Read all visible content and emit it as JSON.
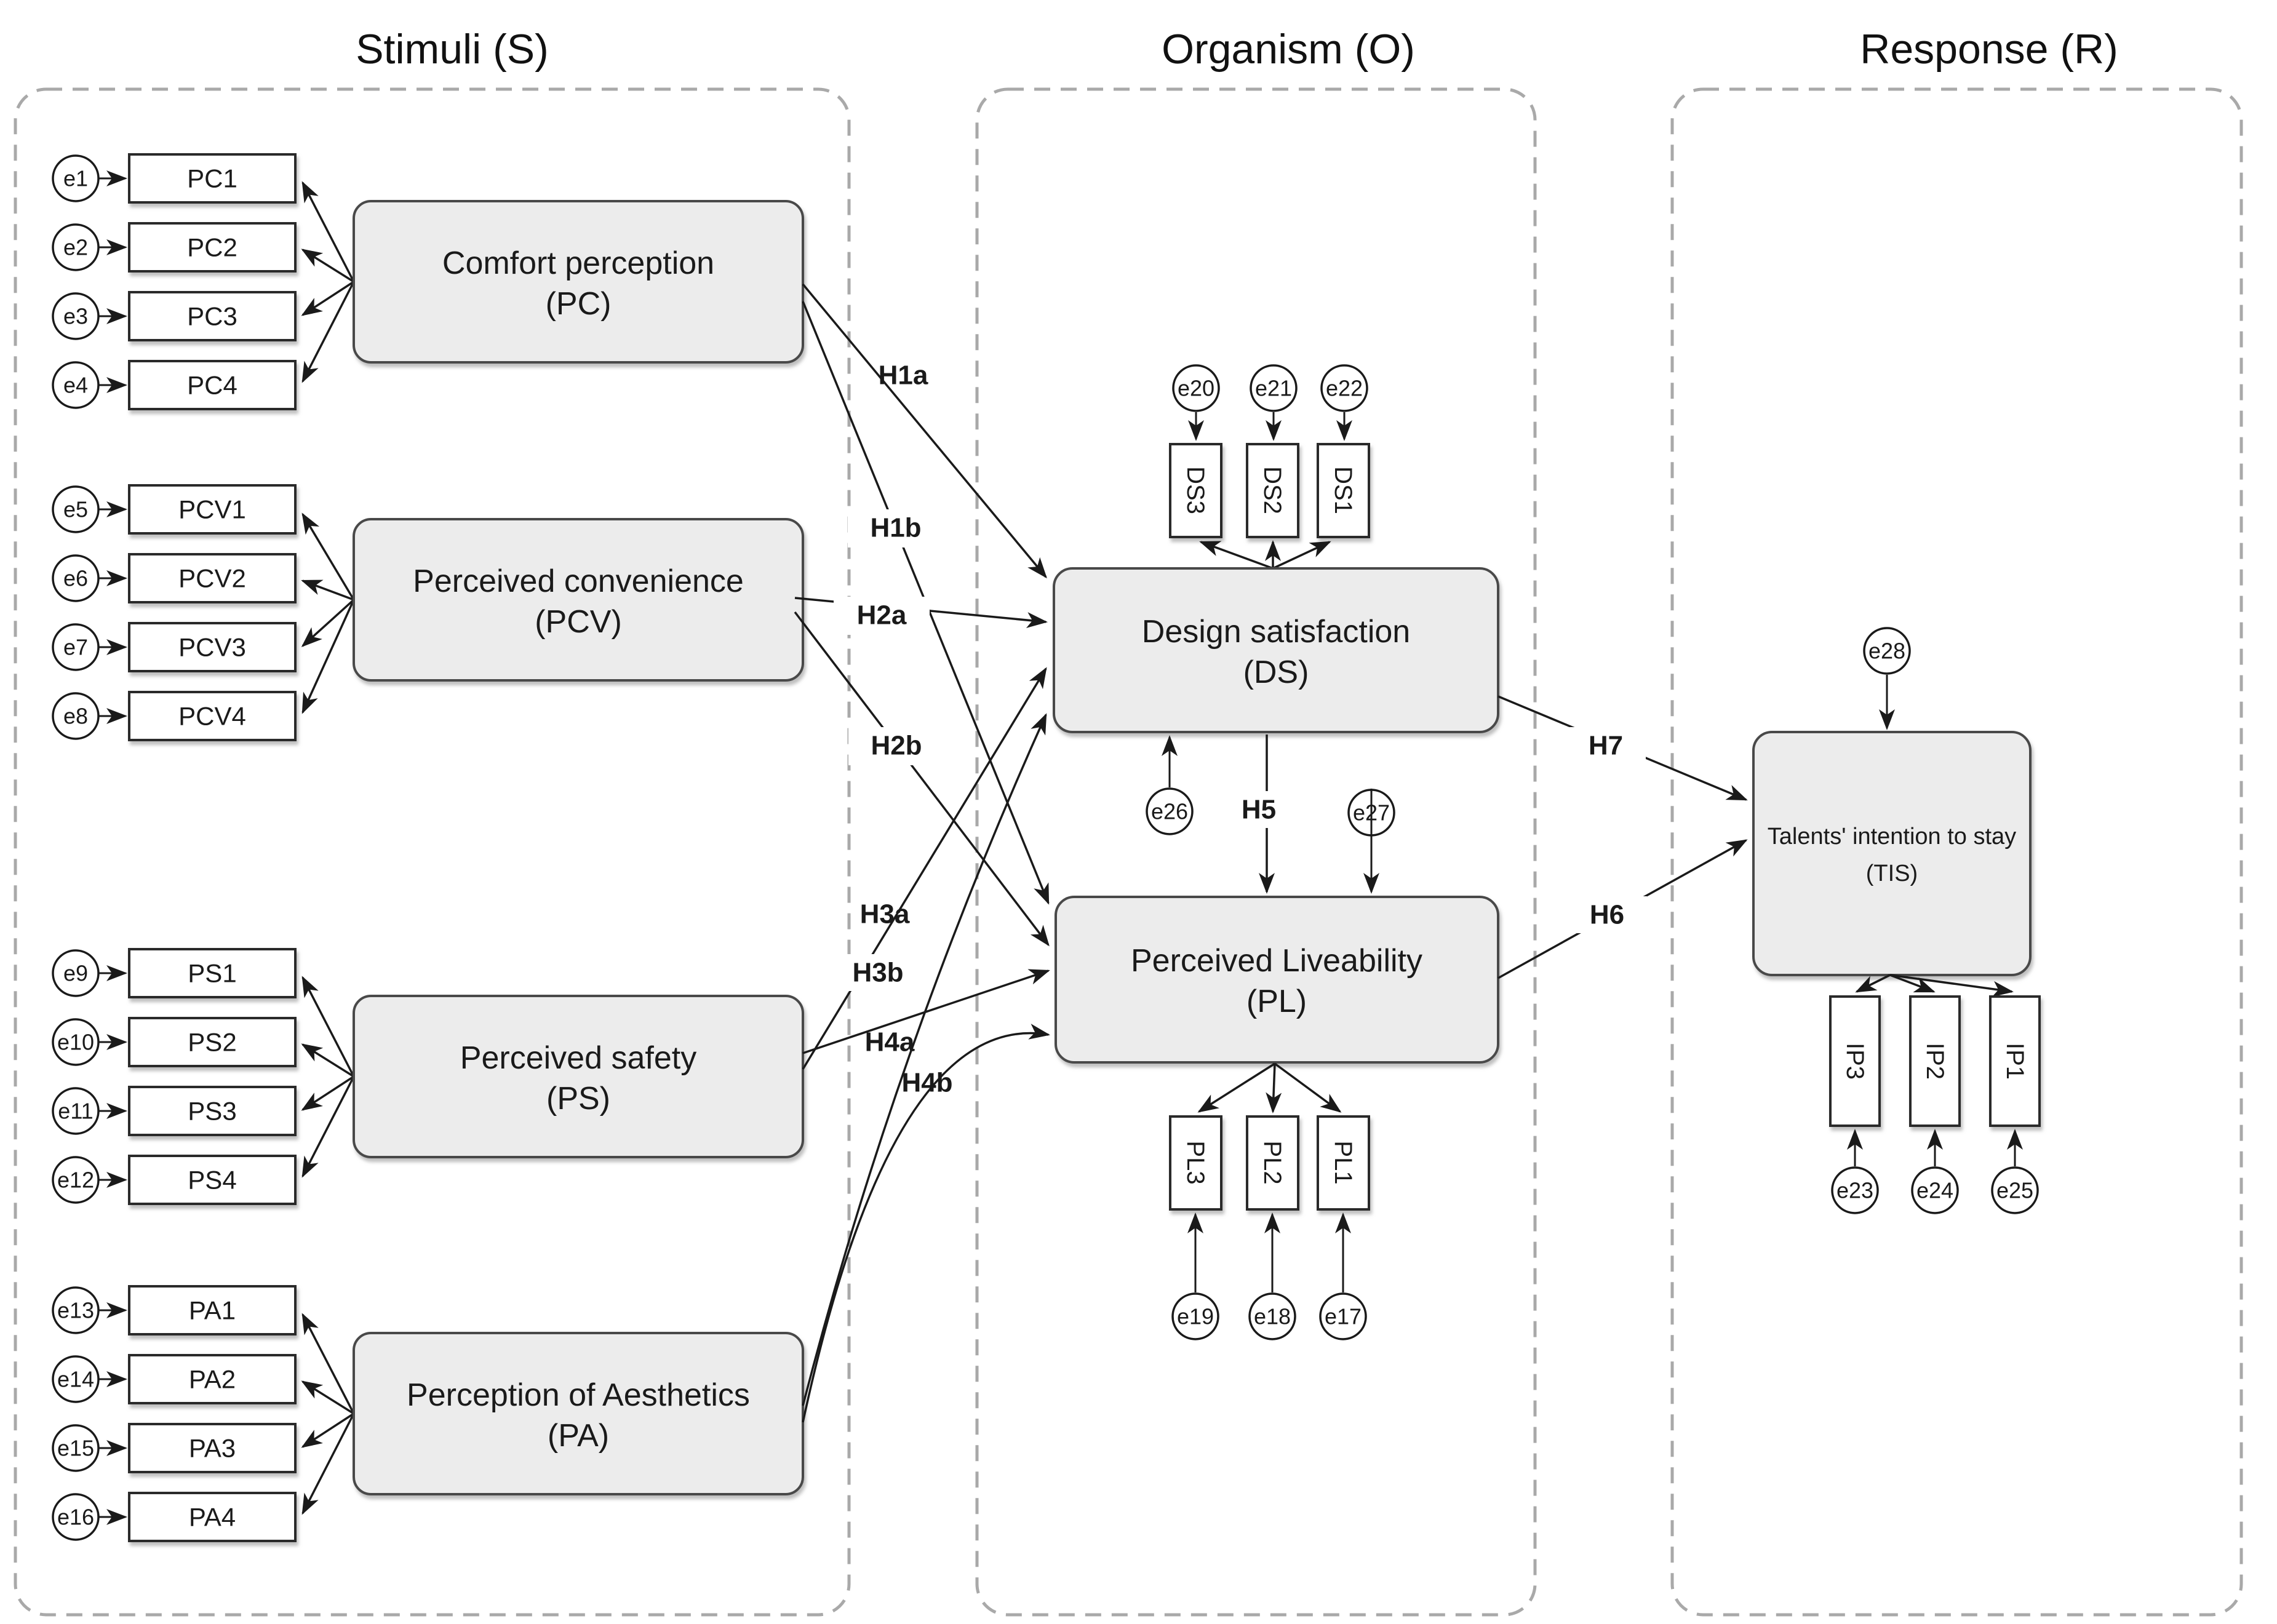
{
  "headers": {
    "stimuli": "Stimuli (S)",
    "organism": "Organism (O)",
    "response": "Response (R)"
  },
  "stimuli_groups": [
    {
      "name": "Comfort perception",
      "code": "(PC)",
      "indicators": [
        "PC1",
        "PC2",
        "PC3",
        "PC4"
      ],
      "errors": [
        "e1",
        "e2",
        "e3",
        "e4"
      ]
    },
    {
      "name": "Perceived convenience",
      "code": "(PCV)",
      "indicators": [
        "PCV1",
        "PCV2",
        "PCV3",
        "PCV4"
      ],
      "errors": [
        "e5",
        "e6",
        "e7",
        "e8"
      ]
    },
    {
      "name": "Perceived safety",
      "code": "(PS)",
      "indicators": [
        "PS1",
        "PS2",
        "PS3",
        "PS4"
      ],
      "errors": [
        "e9",
        "e10",
        "e11",
        "e12"
      ]
    },
    {
      "name": "Perception of Aesthetics",
      "code": "(PA)",
      "indicators": [
        "PA1",
        "PA2",
        "PA3",
        "PA4"
      ],
      "errors": [
        "e13",
        "e14",
        "e15",
        "e16"
      ]
    }
  ],
  "design_satisfaction": {
    "name": "Design satisfaction",
    "code": "(DS)",
    "indicators": [
      "DS3",
      "DS2",
      "DS1"
    ],
    "indicator_errors": [
      "e20",
      "e21",
      "e22"
    ],
    "residual_error": "e26"
  },
  "perceived_liveability": {
    "name": "Perceived Liveability",
    "code": "(PL)",
    "indicators": [
      "PL3",
      "PL2",
      "PL1"
    ],
    "indicator_errors": [
      "e19",
      "e18",
      "e17"
    ],
    "residual_error": "e27"
  },
  "talents_intention": {
    "name": "Talents' intention to stay",
    "code": "(TIS)",
    "indicators": [
      "IP3",
      "IP2",
      "IP1"
    ],
    "indicator_errors": [
      "e23",
      "e24",
      "e25"
    ],
    "residual_error": "e28"
  },
  "path_labels": {
    "h1a": "H1a",
    "h1b": "H1b",
    "h2a": "H2a",
    "h2b": "H2b",
    "h3a": "H3a",
    "h3b": "H3b",
    "h4a": "H4a",
    "h4b": "H4b",
    "h5": "H5",
    "h6": "H6",
    "h7": "H7"
  },
  "colors": {
    "latent_fill": "#ececec",
    "latent_stroke": "#4a4a4a",
    "indicator_fill": "#ffffff",
    "line": "#1a1a1a",
    "dashed_border": "#a9a9a9",
    "background": "#ffffff"
  }
}
